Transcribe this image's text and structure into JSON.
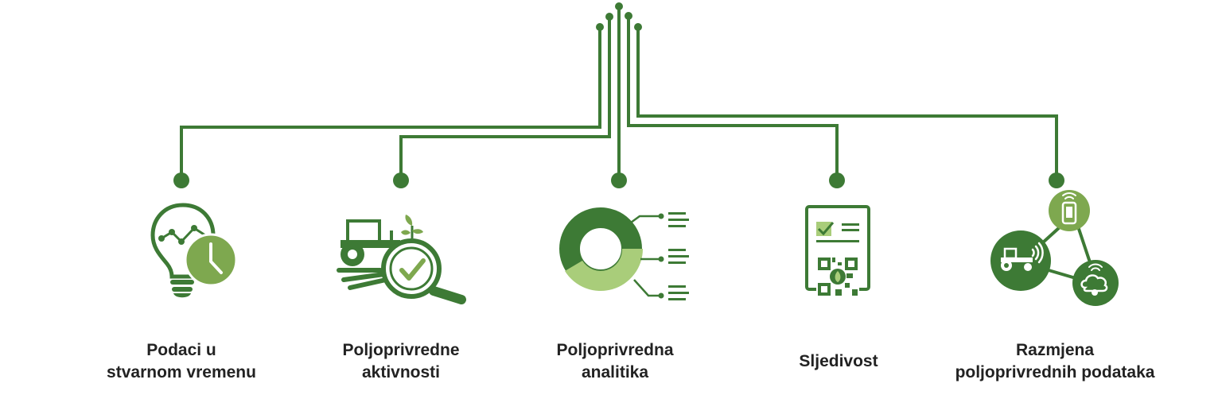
{
  "colors": {
    "dark_green": "#3d7a35",
    "light_green": "#7ea84f",
    "pale_green": "#a9cd7a",
    "text": "#222222"
  },
  "items": [
    {
      "label_lines": [
        "Podaci u",
        "stvarnom vremenu"
      ],
      "icon": "lightbulb-clock-icon"
    },
    {
      "label_lines": [
        "Poljoprivredne",
        "aktivnosti"
      ],
      "icon": "tractor-magnifier-check-icon"
    },
    {
      "label_lines": [
        "Poljoprivredna",
        "analitika"
      ],
      "icon": "donut-chart-icon"
    },
    {
      "label_lines": [
        "Sljedivost"
      ],
      "icon": "document-qr-code-icon"
    },
    {
      "label_lines": [
        "Razmjena",
        "poljoprivrednih podataka"
      ],
      "icon": "connected-devices-icon"
    }
  ]
}
